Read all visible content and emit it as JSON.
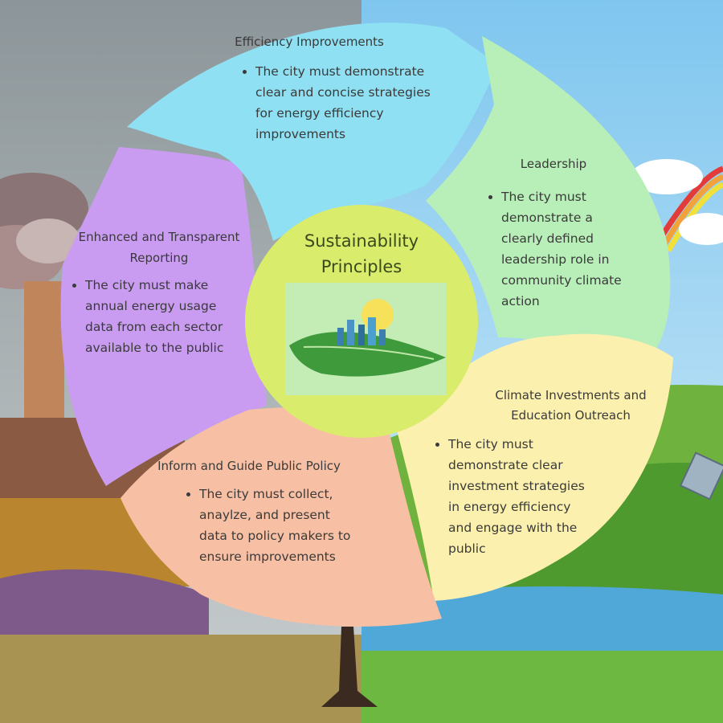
{
  "center": {
    "title": "Sustainability Principles",
    "illustration_icon": "green-leaf-city-icon"
  },
  "segments": [
    {
      "id": "efficiency",
      "title": "Efficiency Improvements",
      "bullets": [
        "The city must demonstrate clear and concise strategies for energy efficiency improvements"
      ],
      "color": "#8fe0f2"
    },
    {
      "id": "leadership",
      "title": "Leadership",
      "bullets": [
        "The city must demonstrate a clearly defined leadership role in community climate action"
      ],
      "color": "#b8eeb8"
    },
    {
      "id": "climate",
      "title": "Climate Investments and Education Outreach",
      "bullets": [
        "The city must demonstrate clear investment strategies in energy efficiency and engage with the public"
      ],
      "color": "#fbf0ad"
    },
    {
      "id": "policy",
      "title": "Inform and Guide Public Policy",
      "bullets": [
        "The city must collect, anaylze, and present data to policy makers to ensure improvements"
      ],
      "color": "#f7c0a4"
    },
    {
      "id": "reporting",
      "title": "Enhanced and Transparent Reporting",
      "bullets": [
        "The city must make annual energy usage data from each sector available to the public"
      ],
      "color": "#c99cf1"
    }
  ],
  "colors": {
    "center_fill": "#d9ec6c",
    "center_title": "#3b4a1e",
    "text": "#3a3a3a"
  }
}
